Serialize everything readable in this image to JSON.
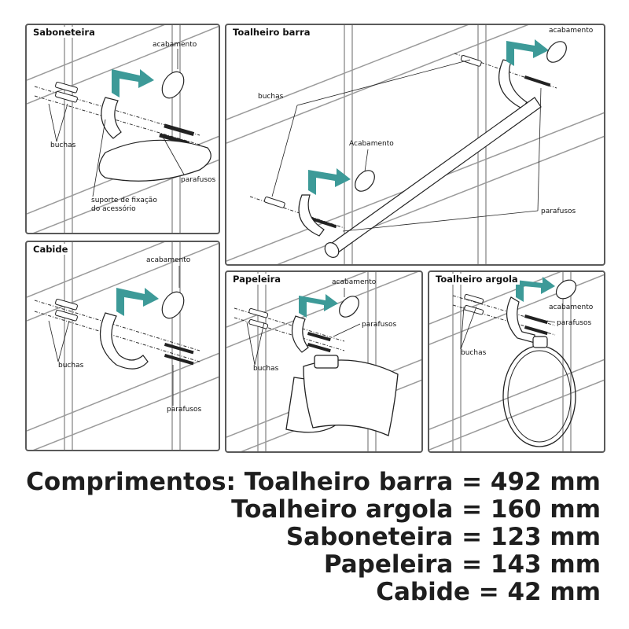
{
  "panels": {
    "saboneteira": {
      "title": "Saboneteira",
      "acabamento": "acabamento",
      "buchas": "buchas",
      "parafusos": "parafusos",
      "suporte_line1": "suporte de fixação",
      "suporte_line2": "do acessório"
    },
    "toalheiro_barra": {
      "title": "Toalheiro barra",
      "acabamento1": "acabamento",
      "acabamento2": "Acabamento",
      "buchas": "buchas",
      "parafusos": "parafusos"
    },
    "cabide": {
      "title": "Cabide",
      "acabamento": "acabamento",
      "buchas": "buchas",
      "parafusos": "parafusos"
    },
    "papeleira": {
      "title": "Papeleira",
      "acabamento": "acabamento",
      "buchas": "buchas",
      "parafusos": "parafusos"
    },
    "toalheiro_argola": {
      "title": "Toalheiro argola",
      "acabamento": "acabamento",
      "buchas": "buchas",
      "parafusos": "parafusos"
    }
  },
  "lengths": [
    "Comprimentos: Toalheiro barra = 492 mm",
    "Toalheiro argola = 160 mm",
    "Saboneteira = 123 mm",
    "Papeleira = 143 mm",
    "Cabide = 42 mm"
  ],
  "colors": {
    "arrow": "#3d9a98",
    "border": "#5a5a5a",
    "tile_line": "#9a9a9a",
    "text": "#1e1e1e"
  }
}
